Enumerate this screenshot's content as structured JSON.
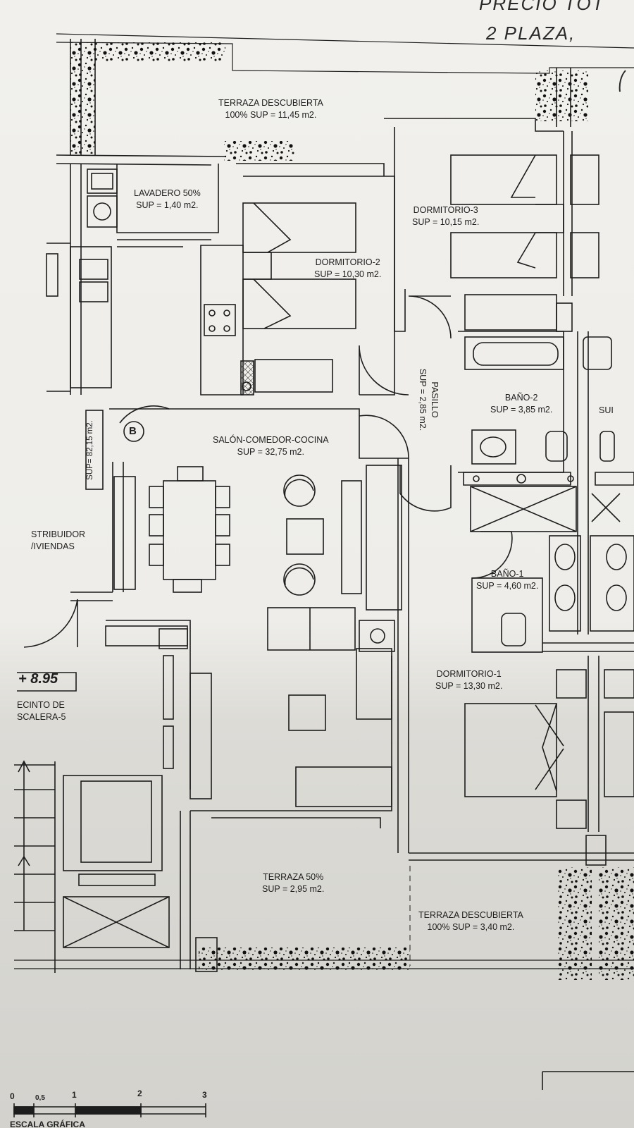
{
  "handwriting": {
    "line1": "PRECIO TOT",
    "line2": "2 PLAZA,"
  },
  "rooms": {
    "terraza_top": {
      "name": "TERRAZA DESCUBIERTA",
      "area": "100% SUP = 11,45 m2."
    },
    "lavadero": {
      "name": "LAVADERO 50%",
      "area": "SUP = 1,40 m2."
    },
    "dormitorio2": {
      "name": "DORMITORIO-2",
      "area": "SUP = 10,30 m2."
    },
    "dormitorio3": {
      "name": "DORMITORIO-3",
      "area": "SUP = 10,15 m2."
    },
    "pasillo": {
      "name": "PASILLO",
      "area": "SUP = 2,85 m2."
    },
    "bano2": {
      "name": "BAÑO-2",
      "area": "SUP = 3,85 m2."
    },
    "bano2_neighbor": {
      "name": "SUI"
    },
    "salon": {
      "name": "SALÓN-COMEDOR-COCINA",
      "area": "SUP = 32,75 m2."
    },
    "bano1": {
      "name": "BAÑO-1",
      "area": "SUP = 4,60 m2."
    },
    "dormitorio1": {
      "name": "DORMITORIO-1",
      "area": "SUP = 13,30 m2."
    },
    "terraza50": {
      "name": "TERRAZA 50%",
      "area": "SUP = 2,95 m2."
    },
    "terraza_bottom": {
      "name": "TERRAZA DESCUBIERTA",
      "area": "100% SUP = 3,40 m2."
    },
    "distribuidor": {
      "line1": "STRIBUIDOR",
      "line2": "/IVIENDAS"
    },
    "recinto": {
      "line1": "ECINTO DE",
      "line2": "SCALERA-5"
    }
  },
  "total_area": "SUP= 82,15 m2.",
  "unit_letter": "B",
  "level_marker": "+ 8.95",
  "scale_bar": {
    "title": "ESCALA GRÁFICA",
    "ticks": [
      "0",
      "0,5",
      "1",
      "2",
      "3"
    ]
  },
  "colors": {
    "ink": "#1d1d1d",
    "paper": "#f1f0ec"
  }
}
